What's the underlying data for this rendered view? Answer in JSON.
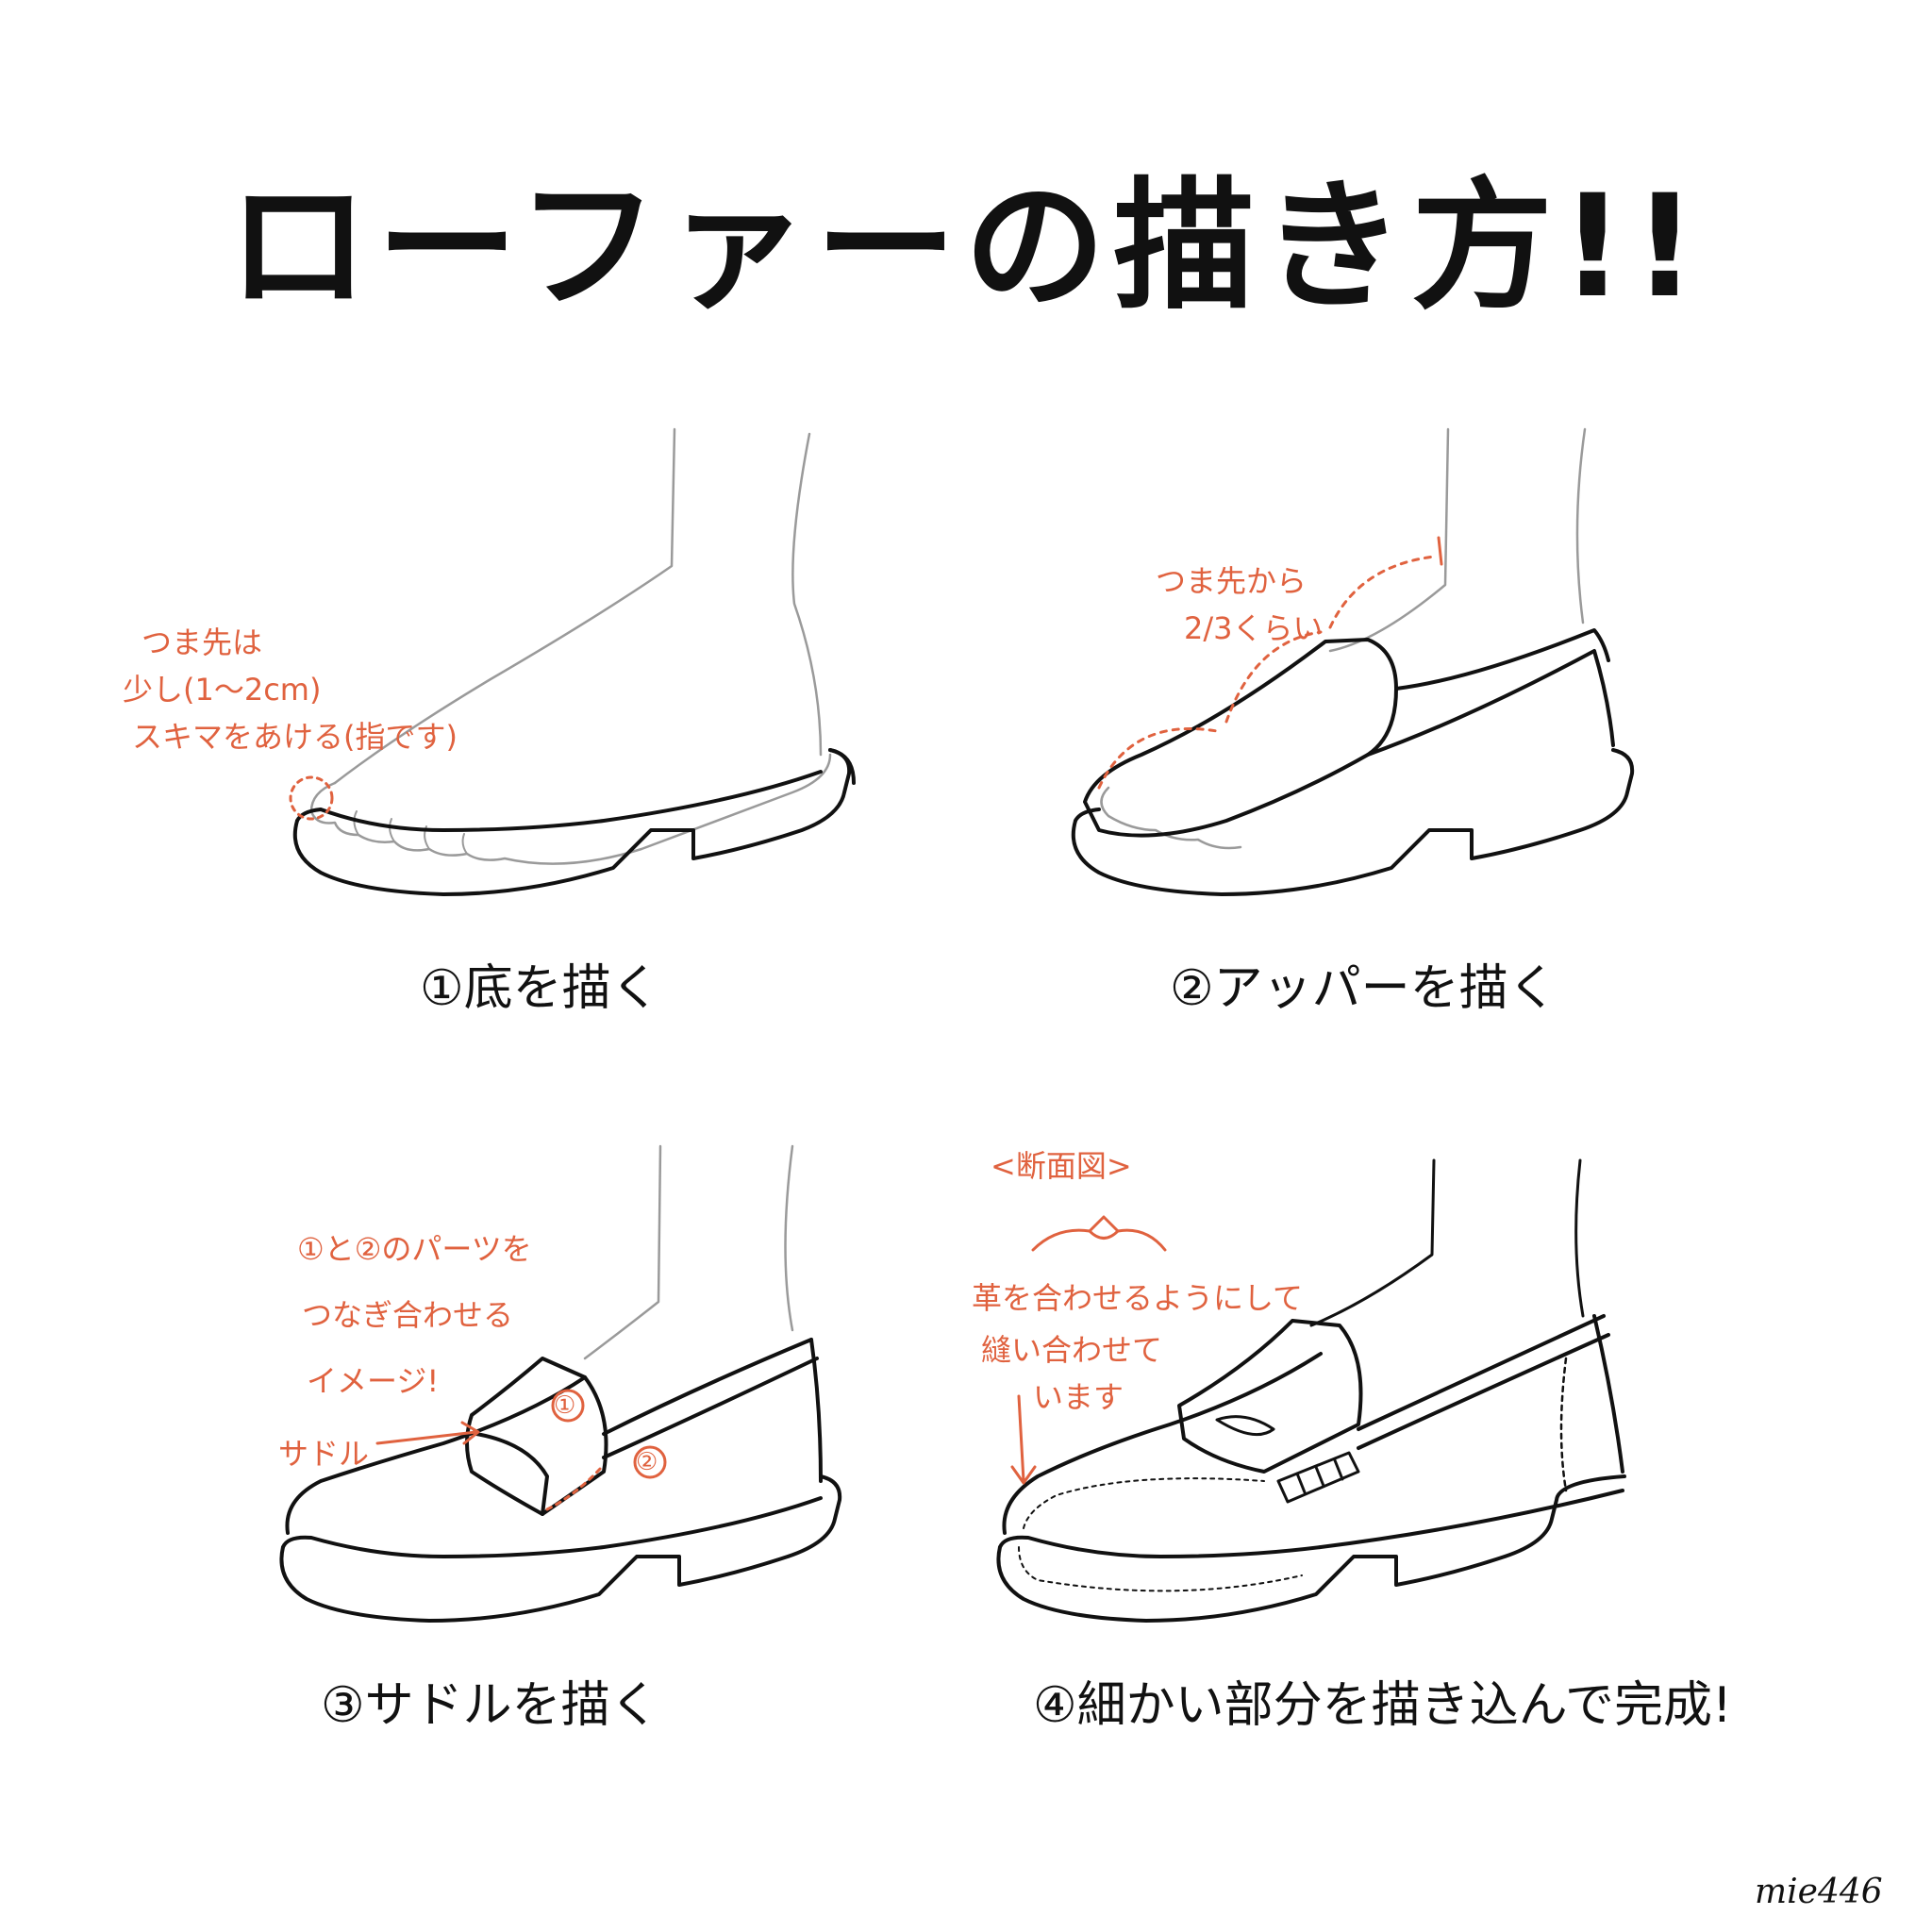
{
  "title": "ローファーの描き方!!",
  "steps": [
    {
      "caption": "①底を描く",
      "notes": [
        "つま先は",
        "少し(1〜2cm)",
        "スキマをあける(指です)"
      ]
    },
    {
      "caption": "②アッパーを描く",
      "notes": [
        "つま先から",
        "2/3くらい"
      ]
    },
    {
      "caption": "③サドルを描く",
      "notes": [
        "①と②のパーツを",
        "つなぎ合わせる",
        "イメージ!",
        "サドル"
      ],
      "part_labels": [
        "①",
        "②"
      ]
    },
    {
      "caption": "④細かい部分を描き込んで完成!",
      "notes": [
        "<断面図>",
        "革を合わせるようにして",
        "縫い合わせて",
        "います"
      ]
    }
  ],
  "signature": "mie446",
  "colors": {
    "ink": "#111111",
    "accent": "#e0623f",
    "leg": "#9a9a9a"
  }
}
